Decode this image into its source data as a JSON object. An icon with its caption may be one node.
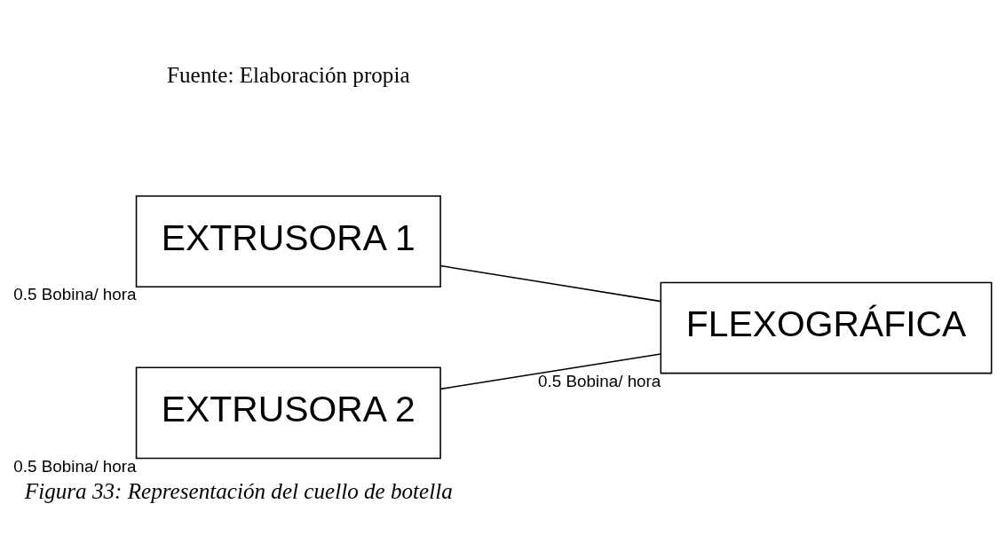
{
  "diagram": {
    "caption": "Figura 33: Representación del cuello de botella",
    "nodes": [
      {
        "text": [
          "EXTRUSORA 1"
        ],
        "beside": [
          "0.5 Bobina/ hora"
        ]
      },
      {
        "text": [
          "EXTRUSORA 2"
        ],
        "beside": [
          "0.5 Bobina/ hora"
        ]
      },
      {
        "text": [
          "FLEXOGRÁFICA"
        ],
        "beside": [
          "0.5 Bobina/ hora"
        ]
      }
    ],
    "edges": [
      {
        "from": 0,
        "to": 2,
        "arrow": "none"
      },
      {
        "from": 1,
        "to": 2,
        "arrow": "none"
      }
    ],
    "labels": [
      "Fuente: Elaboración propia"
    ]
  }
}
